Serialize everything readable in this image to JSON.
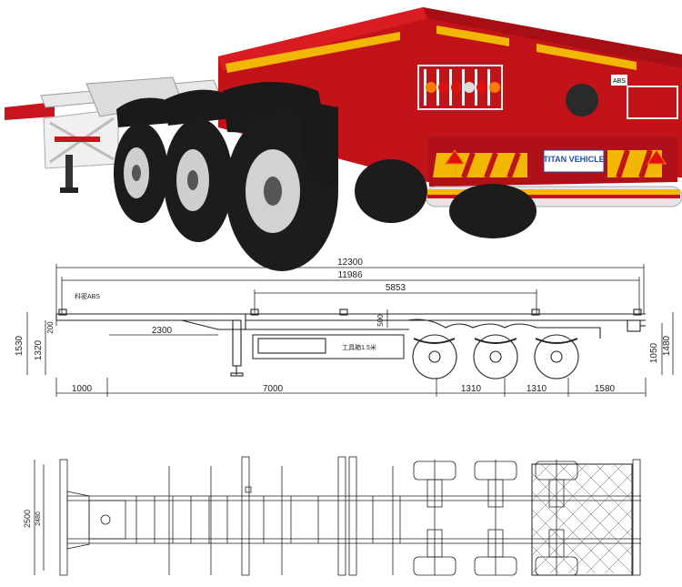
{
  "photo": {
    "brand_plate": "TITAN VEHICLE",
    "brand_sub": "",
    "abs_label": "ABS"
  },
  "side_view": {
    "dim_overall": "12300",
    "dim_frame": "11986",
    "dim_axle_span": "5853",
    "dim_height_total": "1530",
    "dim_height_deck": "1320",
    "dim_neck": "200",
    "dim_gooseneck": "2300",
    "dim_500": "500",
    "dim_1050": "1050",
    "dim_1480": "1480",
    "dim_front": "1000",
    "dim_kingpin_axle": "7000",
    "dim_axle1": "1310",
    "dim_axle2": "1310",
    "dim_rear": "1580",
    "abs_note": "科密ABS",
    "toolbox_note": "工具箱1.5米"
  },
  "top_view": {
    "dim_width": "2500",
    "dim_width_inner": "2480"
  },
  "colors": {
    "frame_red": "#c8141c",
    "stripe_yellow": "#f2b705",
    "line": "#222222"
  }
}
